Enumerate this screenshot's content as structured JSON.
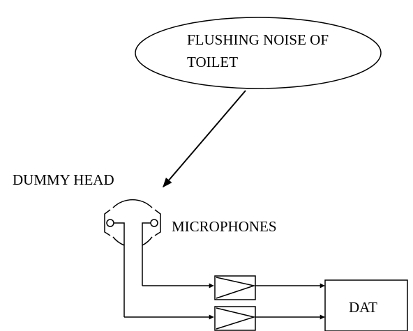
{
  "diagram": {
    "source_label": [
      "FLUSHING NOISE OF",
      "TOILET"
    ],
    "dummy_head_label": "DUMMY HEAD",
    "microphones_label": "MICROPHONES",
    "recorder_label": "DAT"
  }
}
